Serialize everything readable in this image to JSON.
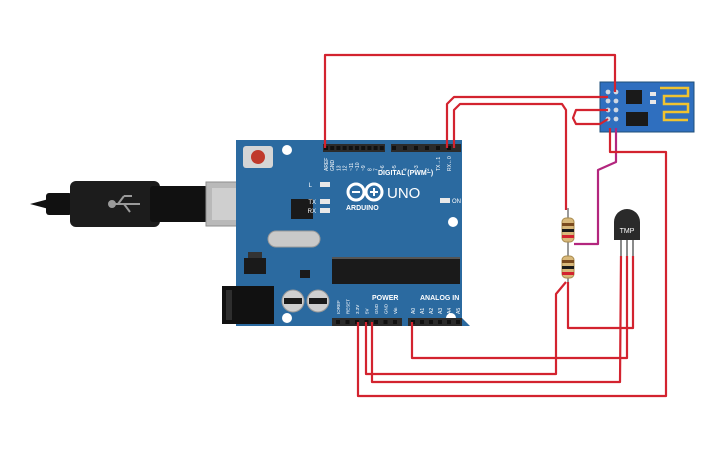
{
  "board": {
    "logo_text": "UNO",
    "brand": "ARDUINO",
    "digital_header": "DIGITAL (PWM~)",
    "power_header": "POWER",
    "analog_header": "ANALOG IN",
    "led_l": "L",
    "led_tx": "TX",
    "led_rx": "RX",
    "led_on": "ON",
    "digital_pins": [
      "AREF",
      "GND",
      "13",
      "12",
      "~11",
      "~10",
      "~9",
      "8",
      "7",
      "~6",
      "~5",
      "4",
      "~3",
      "2",
      "TX→1",
      "RX←0"
    ],
    "power_pins": [
      "IOREF",
      "RESET",
      "3.3V",
      "5V",
      "GND",
      "GND",
      "Vin"
    ],
    "analog_pins": [
      "A0",
      "A1",
      "A2",
      "A3",
      "A4",
      "A5"
    ]
  },
  "sensor": {
    "label": "TMP"
  },
  "colors": {
    "board": "#2b6aa0",
    "board_dark": "#1f4f7a",
    "wire_red": "#d3232f",
    "wire_magenta": "#b3267e",
    "header": "#2b2b2b",
    "esp_board": "#2f6fbf",
    "usb_cable": "#111111"
  }
}
